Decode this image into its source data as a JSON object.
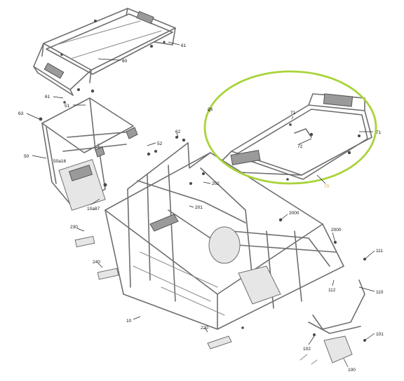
{
  "callouts": {
    "c61a": "61",
    "c60": "60",
    "c61b": "61",
    "c51": "51",
    "c63": "63",
    "c50": "50",
    "c50a16": "50a16",
    "c10a87": "10a87",
    "c52": "52",
    "c62": "62",
    "c36": "36",
    "c202": "202",
    "c201": "201",
    "c71a": "71",
    "c71b": "71",
    "c72": "72",
    "c70": "70",
    "c2000a": "2000",
    "c2000b": "2000",
    "c230": "230",
    "c240": "240",
    "c111": "111",
    "c112": "112",
    "c110": "110",
    "c10": "10",
    "c220": "220",
    "c102": "102",
    "c101": "101",
    "c100": "100"
  },
  "colors": {
    "highlight": "#a8d43a",
    "line": "#6e6e6e",
    "label_70": "#d4a62a"
  }
}
